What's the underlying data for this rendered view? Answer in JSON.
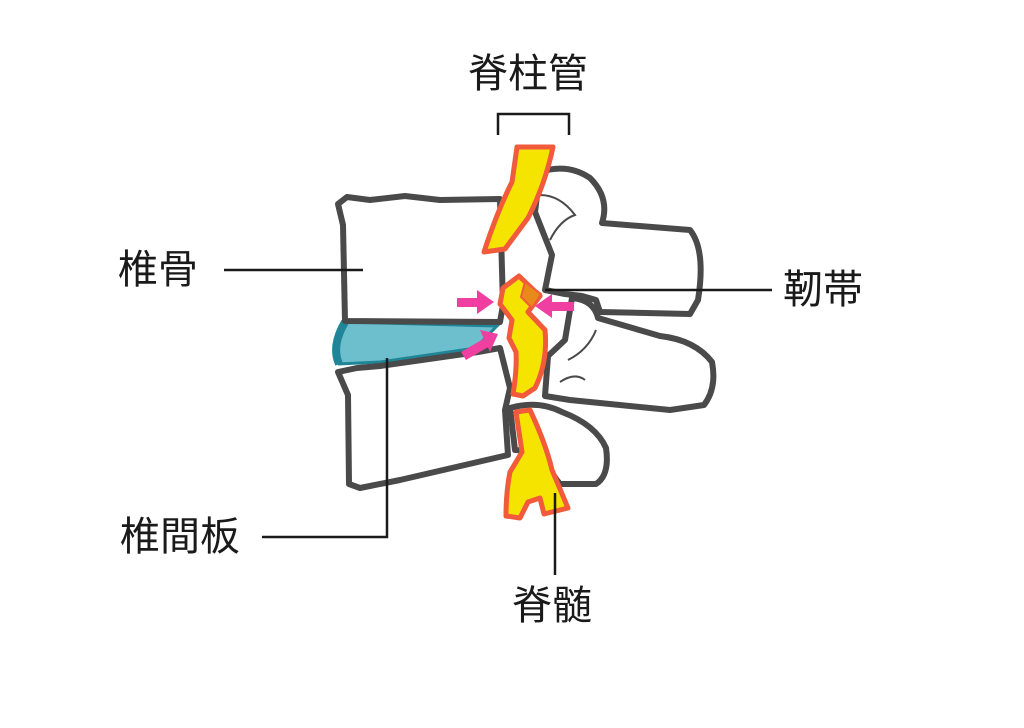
{
  "labels": {
    "spinal_canal": "脊柱管",
    "vertebra": "椎骨",
    "ligament": "靭帯",
    "intervertebral_disc": "椎間板",
    "spinal_cord": "脊髄"
  },
  "colors": {
    "bone_fill": "#ffffff",
    "bone_outline": "#4a4a4a",
    "disc": "#6dbfce",
    "disc_edge": "#1f8597",
    "cord_fill": "#f4e400",
    "cord_outline": "#f15a3a",
    "ligament": "#e88a1a",
    "arrow": "#ef3fa0",
    "leader_line": "#1a1a1a"
  }
}
